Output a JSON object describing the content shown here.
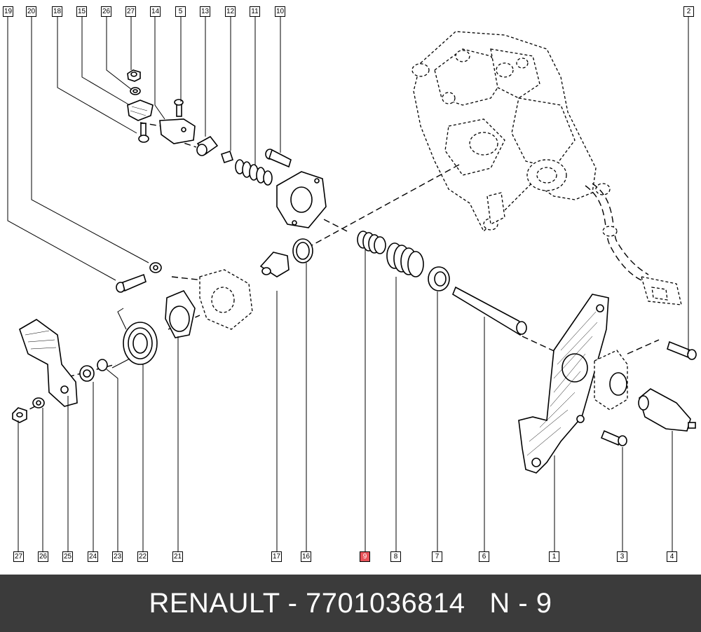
{
  "diagram": {
    "callouts_top": [
      "19",
      "20",
      "18",
      "15",
      "26",
      "27",
      "14",
      "5",
      "13",
      "12",
      "11",
      "10",
      "2"
    ],
    "callouts_bottom": [
      "27",
      "26",
      "25",
      "24",
      "23",
      "22",
      "21",
      "17",
      "16",
      "9",
      "8",
      "7",
      "6",
      "1",
      "3",
      "4"
    ],
    "highlighted_callout": "9",
    "highlight_color": "#e8535a"
  },
  "footer": {
    "text": "RENAULT - 7701036814   N - 9",
    "background": "#3b3b3b",
    "color": "#ffffff"
  }
}
